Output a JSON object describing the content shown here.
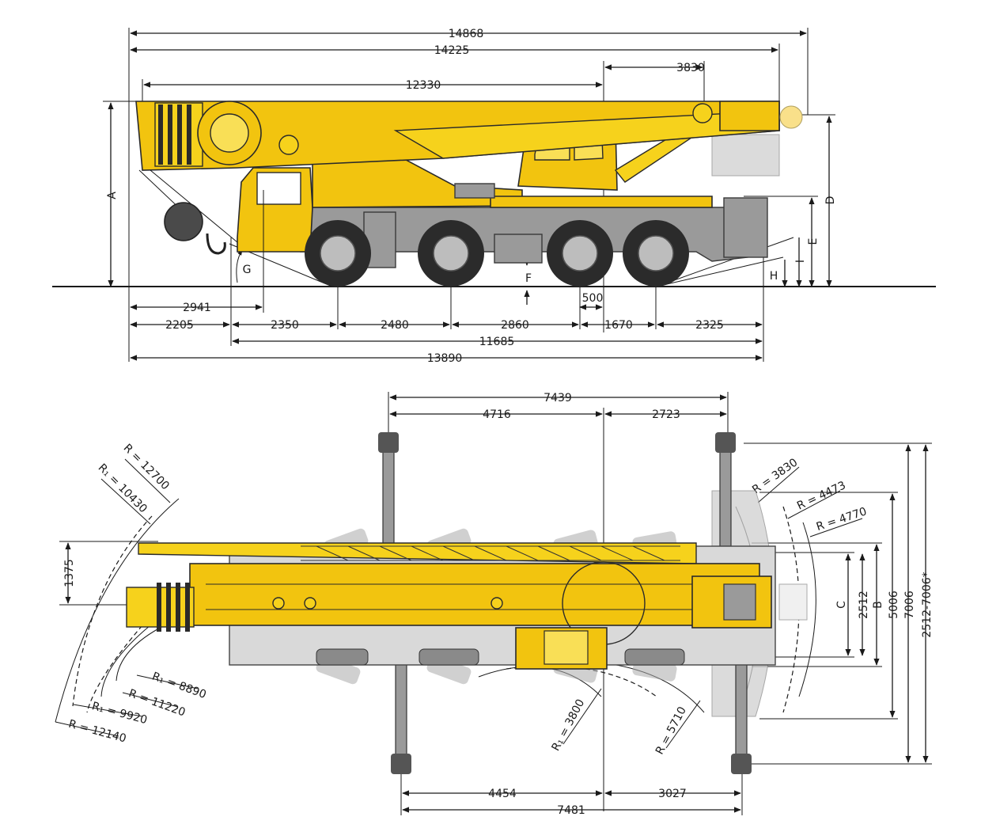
{
  "side_view": {
    "top_dims": [
      "14868",
      "14225",
      "3830",
      "12330"
    ],
    "bottom_dims": [
      "2941",
      "2205",
      "2350",
      "2480",
      "2860",
      "1670",
      "2325",
      "500",
      "11685",
      "13890"
    ],
    "letters": [
      "A",
      "D",
      "E",
      "I",
      "H",
      "G",
      "F"
    ]
  },
  "top_view": {
    "top_dims": [
      "7439",
      "4716",
      "2723"
    ],
    "bottom_dims": [
      "4454",
      "3027",
      "7481"
    ],
    "right_dims": [
      "C",
      "2512",
      "B",
      "5006",
      "7006",
      "2512-7006*"
    ],
    "left_dim": "1375",
    "radius_labels": [
      "R = 12700",
      "R₁ = 10430",
      "R = 3830",
      "R = 4473",
      "R = 4770",
      "R₁ = 8890",
      "R = 11220",
      "R₁ = 9920",
      "R = 12140",
      "R₁ = 3800",
      "R = 5710"
    ]
  },
  "colors": {
    "crane_yellow": "#f2c40f",
    "outline": "#2a2a2a",
    "counterweight_grey": "#cfcfcf"
  }
}
